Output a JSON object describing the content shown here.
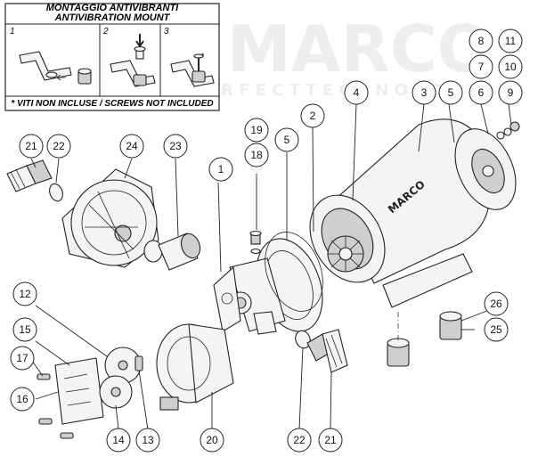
{
  "mount_box": {
    "title_it": "MONTAGGIO ANTIVIBRANTI",
    "title_en": "ANTIVIBRATION MOUNT",
    "panels": [
      {
        "number": "1"
      },
      {
        "number": "2"
      },
      {
        "number": "3",
        "mark": "*"
      }
    ],
    "footnote": "* VITI NON INCLUSE / SCREWS NOT INCLUDED"
  },
  "watermark": {
    "line1": "MARCO",
    "line2": "P E R F E C T  T E C H N O L O G Y"
  },
  "callouts": [
    "1",
    "2",
    "3",
    "4",
    "5",
    "5",
    "6",
    "7",
    "8",
    "9",
    "10",
    "11",
    "12",
    "13",
    "14",
    "15",
    "16",
    "17",
    "18",
    "19",
    "20",
    "21",
    "21",
    "22",
    "22",
    "23",
    "24",
    "25",
    "26"
  ],
  "motor_label": "MARCO"
}
